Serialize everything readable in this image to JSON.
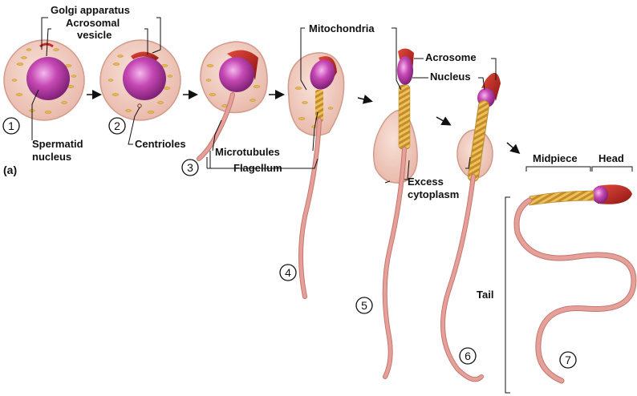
{
  "panel_label": "(a)",
  "labels": {
    "golgi": "Golgi apparatus",
    "acrosomal_1": "Acrosomal",
    "acrosomal_2": "vesicle",
    "spermatid_1": "Spermatid",
    "spermatid_2": "nucleus",
    "centrioles": "Centrioles",
    "mitochondria": "Mitochondria",
    "microtubules": "Microtubules",
    "flagellum": "Flagellum",
    "acrosome": "Acrosome",
    "nucleus": "Nucleus",
    "excess_1": "Excess",
    "excess_2": "cytoplasm",
    "midpiece": "Midpiece",
    "head": "Head",
    "tail": "Tail"
  },
  "steps": [
    "1",
    "2",
    "3",
    "4",
    "5",
    "6",
    "7"
  ],
  "colors": {
    "cytoplasm": "#f1cfc3",
    "cell_edge": "#d9a294",
    "nucleus": "#b73aa6",
    "nucleus_core": "#f0a8e8",
    "acrosome": "#c62a2a",
    "golgi": "#e8b84a",
    "mitochondria": "#e3a63a",
    "tail": "#e6a09a",
    "tail_edge": "#c4766f",
    "arrow": "#111111"
  }
}
